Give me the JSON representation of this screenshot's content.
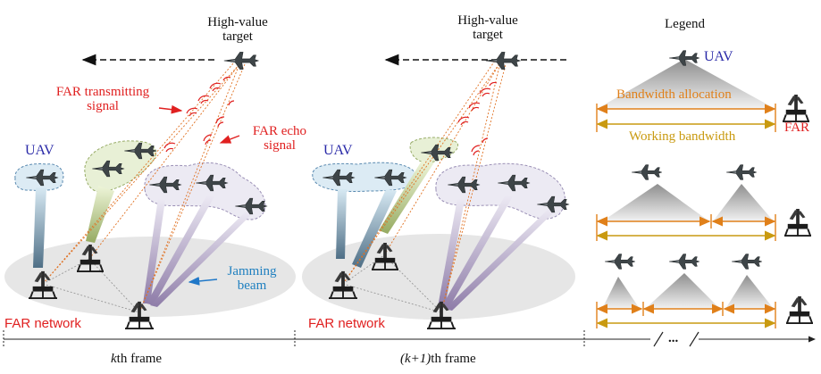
{
  "frames": [
    {
      "target_label": "High-value target",
      "target_line1": "High-value",
      "target_line2": "target",
      "uav_label": "UAV",
      "network_label": "FAR network",
      "footer_pre": "k",
      "footer_post": "th frame"
    },
    {
      "target_label": "High-value target",
      "target_line1": "High-value",
      "target_line2": "target",
      "uav_label": "UAV",
      "network_label": "FAR network",
      "footer_pre": "(k+1)",
      "footer_post": "th frame"
    }
  ],
  "annotations": {
    "transmit_line1": "FAR transmitting",
    "transmit_line2": "signal",
    "echo_line1": "FAR echo",
    "echo_line2": "signal",
    "jamming_line1": "Jamming",
    "jamming_line2": "beam"
  },
  "legend": {
    "title": "Legend",
    "uav_label": "UAV",
    "bandwidth_allocation": "Bandwidth allocation",
    "working_bandwidth": "Working bandwidth",
    "far_label": "FAR",
    "ellipsis": "..."
  },
  "colors": {
    "transmit": "#e02020",
    "uav_text": "#2a2aa8",
    "jamming_text": "#2080c0",
    "allocation": "#e0801a",
    "working": "#c99a10"
  },
  "icons": [
    "fighter-jet-icon",
    "radar-icon",
    "signal-wave-icon"
  ]
}
